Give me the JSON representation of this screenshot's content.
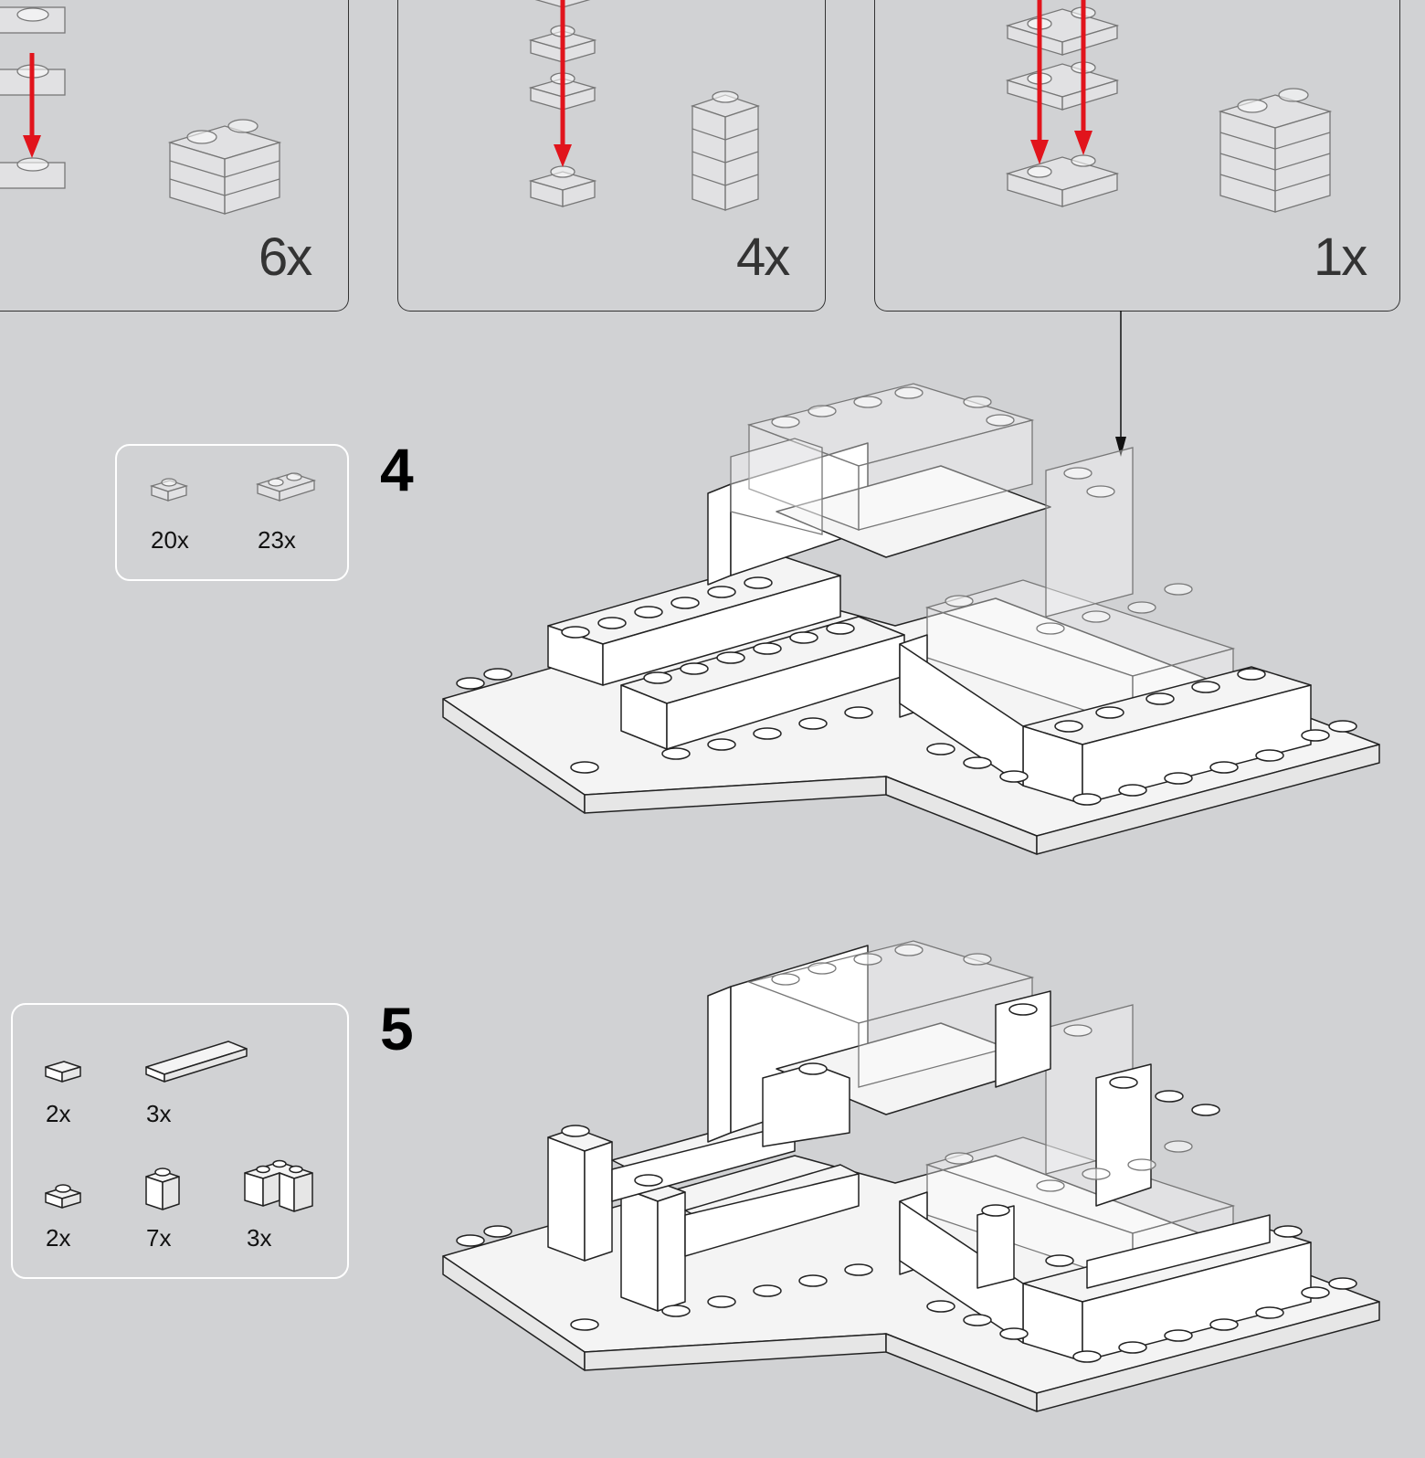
{
  "subassemblies": [
    {
      "multiplier": "6x"
    },
    {
      "multiplier": "4x"
    },
    {
      "multiplier": "1x"
    }
  ],
  "steps": [
    {
      "number": "4",
      "parts": [
        {
          "qty": "20x",
          "icon": "plate-1x1-clear-icon"
        },
        {
          "qty": "23x",
          "icon": "plate-1x2-clear-icon"
        }
      ]
    },
    {
      "number": "5",
      "parts": [
        {
          "qty": "2x",
          "icon": "tile-1x1-icon"
        },
        {
          "qty": "3x",
          "icon": "tile-1x6-icon"
        },
        {
          "qty": "2x",
          "icon": "plate-1x1-icon"
        },
        {
          "qty": "7x",
          "icon": "brick-1x1-icon"
        },
        {
          "qty": "3x",
          "icon": "brick-corner-icon"
        }
      ]
    }
  ],
  "colors": {
    "background": "#d1d2d4",
    "arrow": "#e1141c",
    "box_border": "#333333",
    "parts_border": "#ffffff"
  }
}
